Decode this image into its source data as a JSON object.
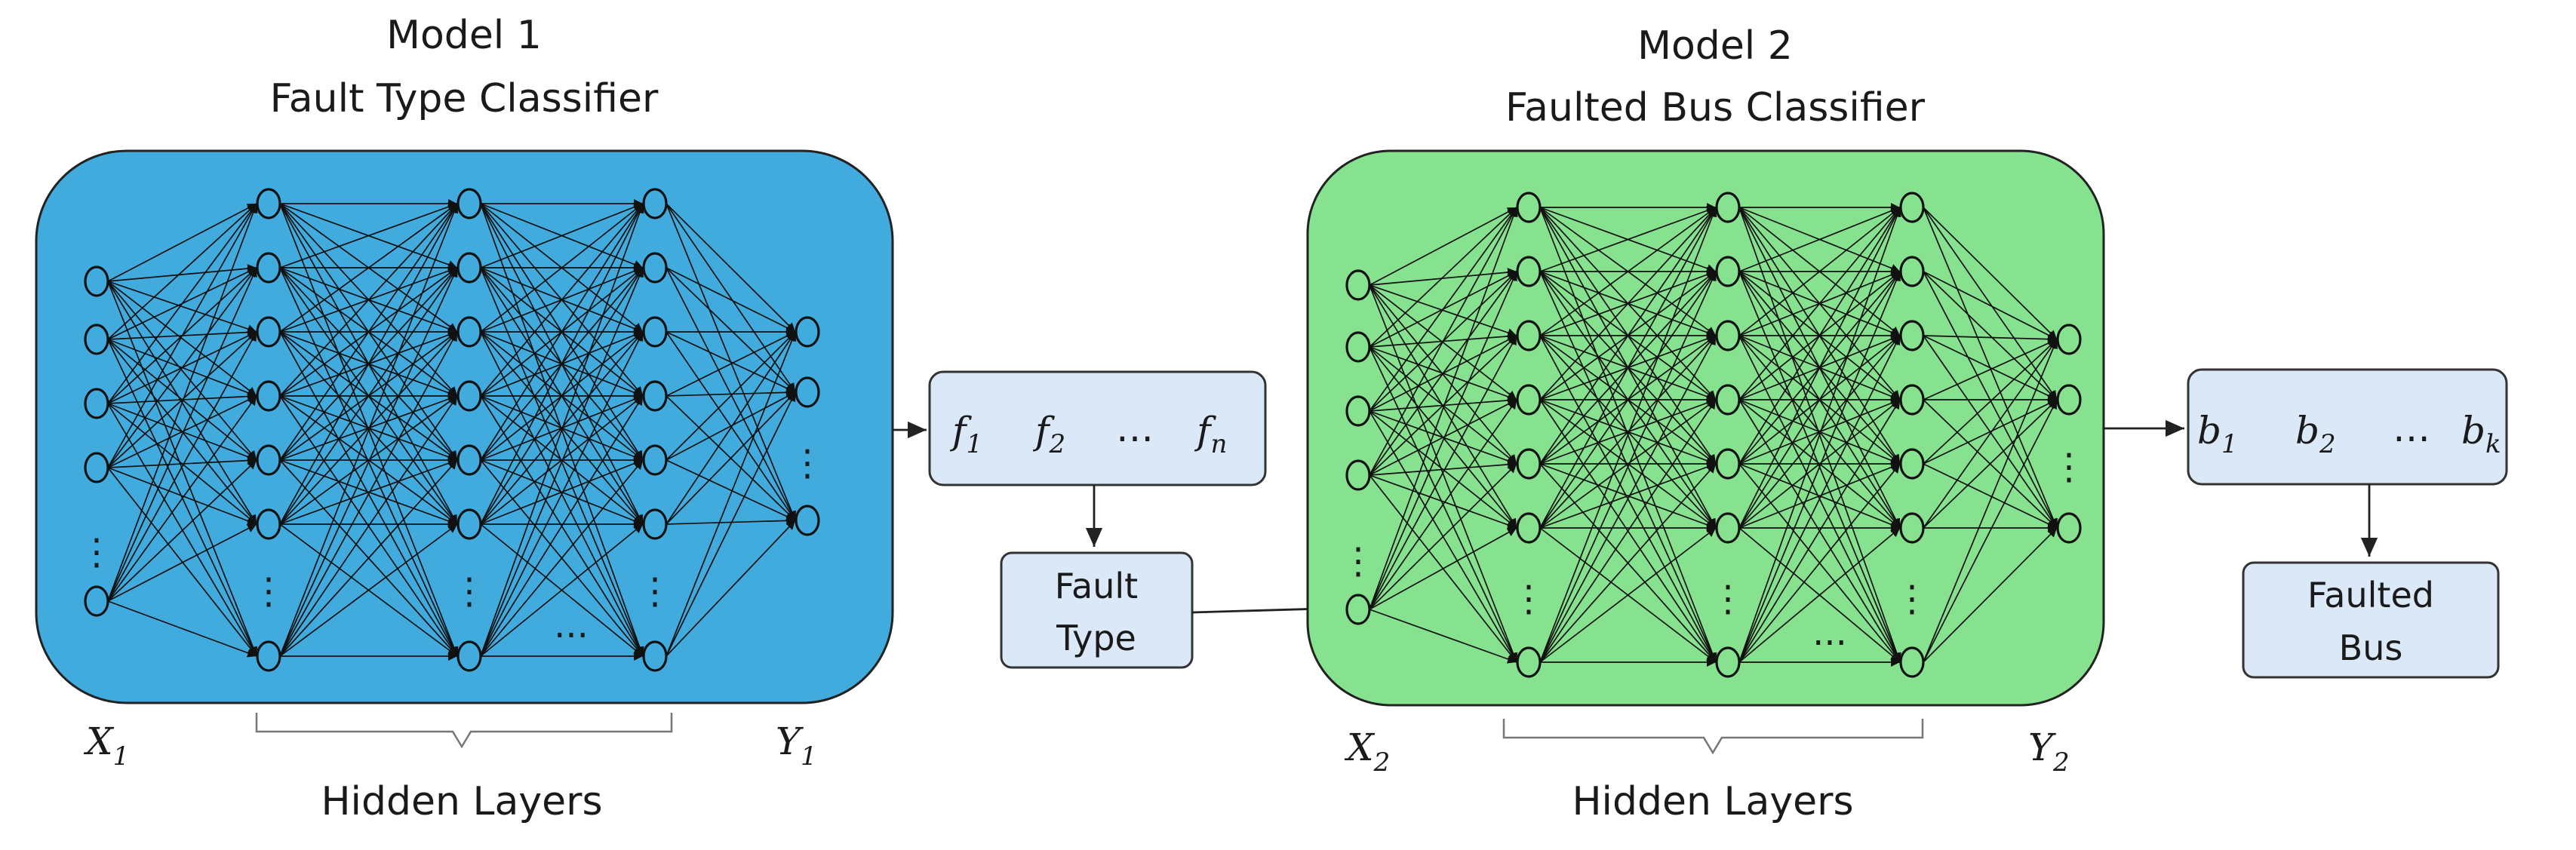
{
  "model1": {
    "title_line1": "Model 1",
    "title_line2": "Fault Type Classifier",
    "fill_color": "#41ABDE",
    "input_symbol": "X",
    "input_subscript": "1",
    "output_symbol": "Y",
    "output_subscript": "1",
    "hidden_caption": "Hidden Layers",
    "layer_ellipsis": "⋮",
    "hidden_ellipsis": "..."
  },
  "model2": {
    "title_line1": "Model 2",
    "title_line2": "Faulted Bus Classifier",
    "fill_color": "#86E28E",
    "input_symbol": "X",
    "input_subscript": "2",
    "output_symbol": "Y",
    "output_subscript": "2",
    "hidden_caption": "Hidden Layers",
    "layer_ellipsis": "⋮",
    "hidden_ellipsis": "..."
  },
  "fault_output_vector": {
    "fill_color": "#DAE8F7",
    "items": [
      {
        "symbol": "f",
        "subscript": "1"
      },
      {
        "symbol": "f",
        "subscript": "2"
      },
      {
        "symbol": "…",
        "subscript": ""
      },
      {
        "symbol": "f",
        "subscript": "n"
      }
    ]
  },
  "fault_type_box": {
    "line1": "Fault",
    "line2": "Type"
  },
  "bus_output_vector": {
    "fill_color": "#DAE8F7",
    "items": [
      {
        "symbol": "b",
        "subscript": "1"
      },
      {
        "symbol": "b",
        "subscript": "2"
      },
      {
        "symbol": "…",
        "subscript": ""
      },
      {
        "symbol": "b",
        "subscript": "k"
      }
    ]
  },
  "faulted_bus_box": {
    "line1": "Faulted",
    "line2": "Bus"
  }
}
